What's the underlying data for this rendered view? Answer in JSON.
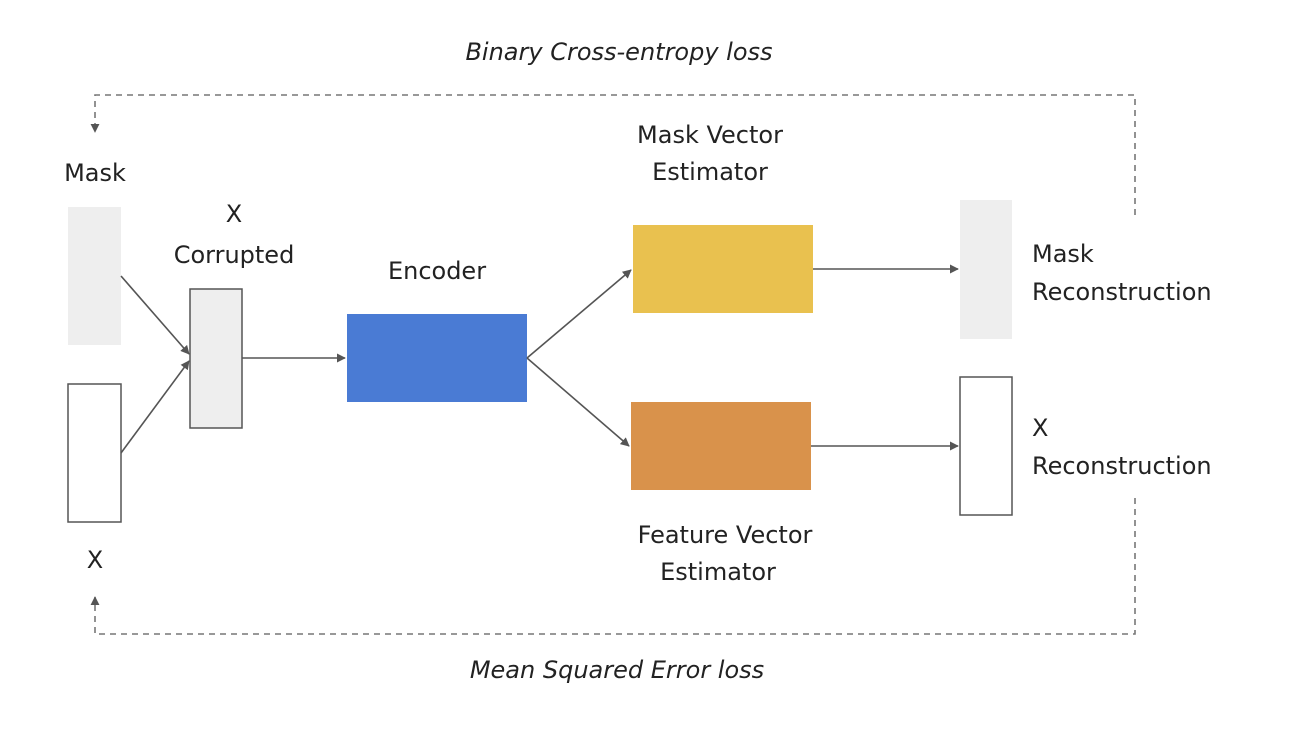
{
  "labels": {
    "mask": "Mask",
    "x_corrupted_line1": "X",
    "x_corrupted_line2": "Corrupted",
    "x_input": "X",
    "encoder": "Encoder",
    "mask_estimator_line1": "Mask Vector",
    "mask_estimator_line2": "Estimator",
    "feature_estimator_line1": "Feature Vector",
    "feature_estimator_line2": "Estimator",
    "mask_recon_line1": "Mask",
    "mask_recon_line2": "Reconstruction",
    "x_recon_line1": "X",
    "x_recon_line2": "Reconstruction"
  },
  "losses": {
    "top": "Binary Cross-entropy loss",
    "bottom": "Mean Squared Error loss"
  },
  "colors": {
    "encoder": "#4a7bd4",
    "mask_estimator": "#e9c14f",
    "feature_estimator": "#d9924b",
    "mask_vector": "#eeeeee",
    "corrupted": "#eeeeee",
    "x_vector": "#ffffff",
    "arrow": "#555555"
  }
}
